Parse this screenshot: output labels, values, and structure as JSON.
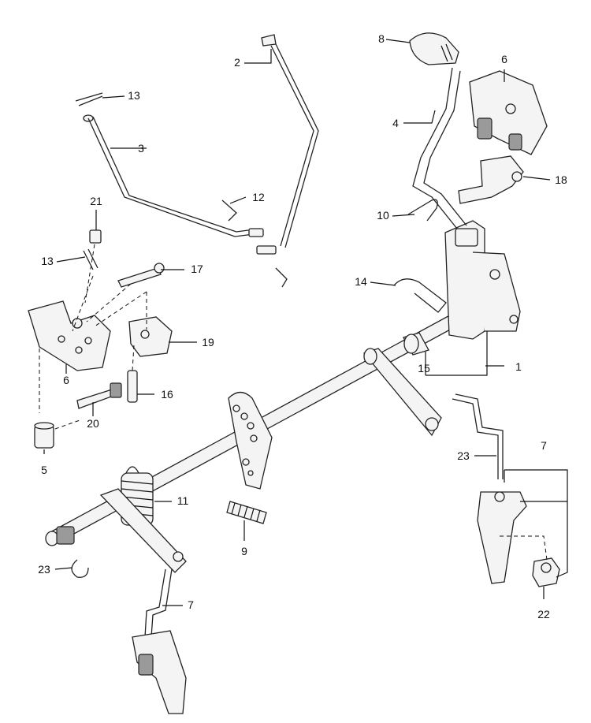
{
  "diagram": {
    "callouts": [
      {
        "id": "c1",
        "label": "1"
      },
      {
        "id": "c2",
        "label": "2"
      },
      {
        "id": "c3",
        "label": "3"
      },
      {
        "id": "c4",
        "label": "4"
      },
      {
        "id": "c5",
        "label": "5"
      },
      {
        "id": "c6a",
        "label": "6"
      },
      {
        "id": "c6b",
        "label": "6"
      },
      {
        "id": "c7a",
        "label": "7"
      },
      {
        "id": "c7b",
        "label": "7"
      },
      {
        "id": "c8",
        "label": "8"
      },
      {
        "id": "c9",
        "label": "9"
      },
      {
        "id": "c10",
        "label": "10"
      },
      {
        "id": "c11",
        "label": "11"
      },
      {
        "id": "c12",
        "label": "12"
      },
      {
        "id": "c13a",
        "label": "13"
      },
      {
        "id": "c13b",
        "label": "13"
      },
      {
        "id": "c14",
        "label": "14"
      },
      {
        "id": "c15",
        "label": "15"
      },
      {
        "id": "c16",
        "label": "16"
      },
      {
        "id": "c17",
        "label": "17"
      },
      {
        "id": "c18",
        "label": "18"
      },
      {
        "id": "c19",
        "label": "19"
      },
      {
        "id": "c20",
        "label": "20"
      },
      {
        "id": "c21",
        "label": "21"
      },
      {
        "id": "c22",
        "label": "22"
      },
      {
        "id": "c23a",
        "label": "23"
      },
      {
        "id": "c23b",
        "label": "23"
      }
    ]
  }
}
